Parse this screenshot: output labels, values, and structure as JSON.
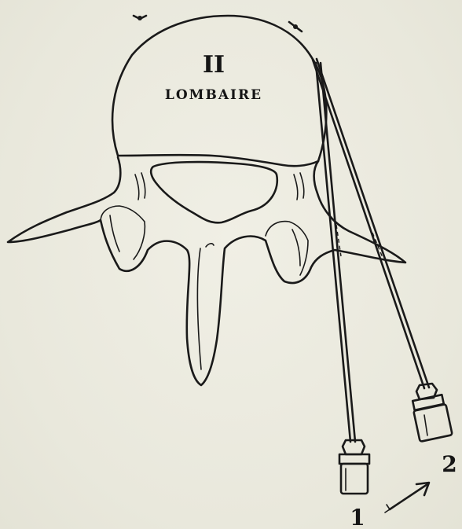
{
  "vertebra": {
    "numeral": "II",
    "name": "LOMBAIRE"
  },
  "needle_labels": {
    "needle_1": "1",
    "needle_2": "2"
  },
  "colors": {
    "ink": "#1a1a1a",
    "paper": "#ecebe0"
  }
}
